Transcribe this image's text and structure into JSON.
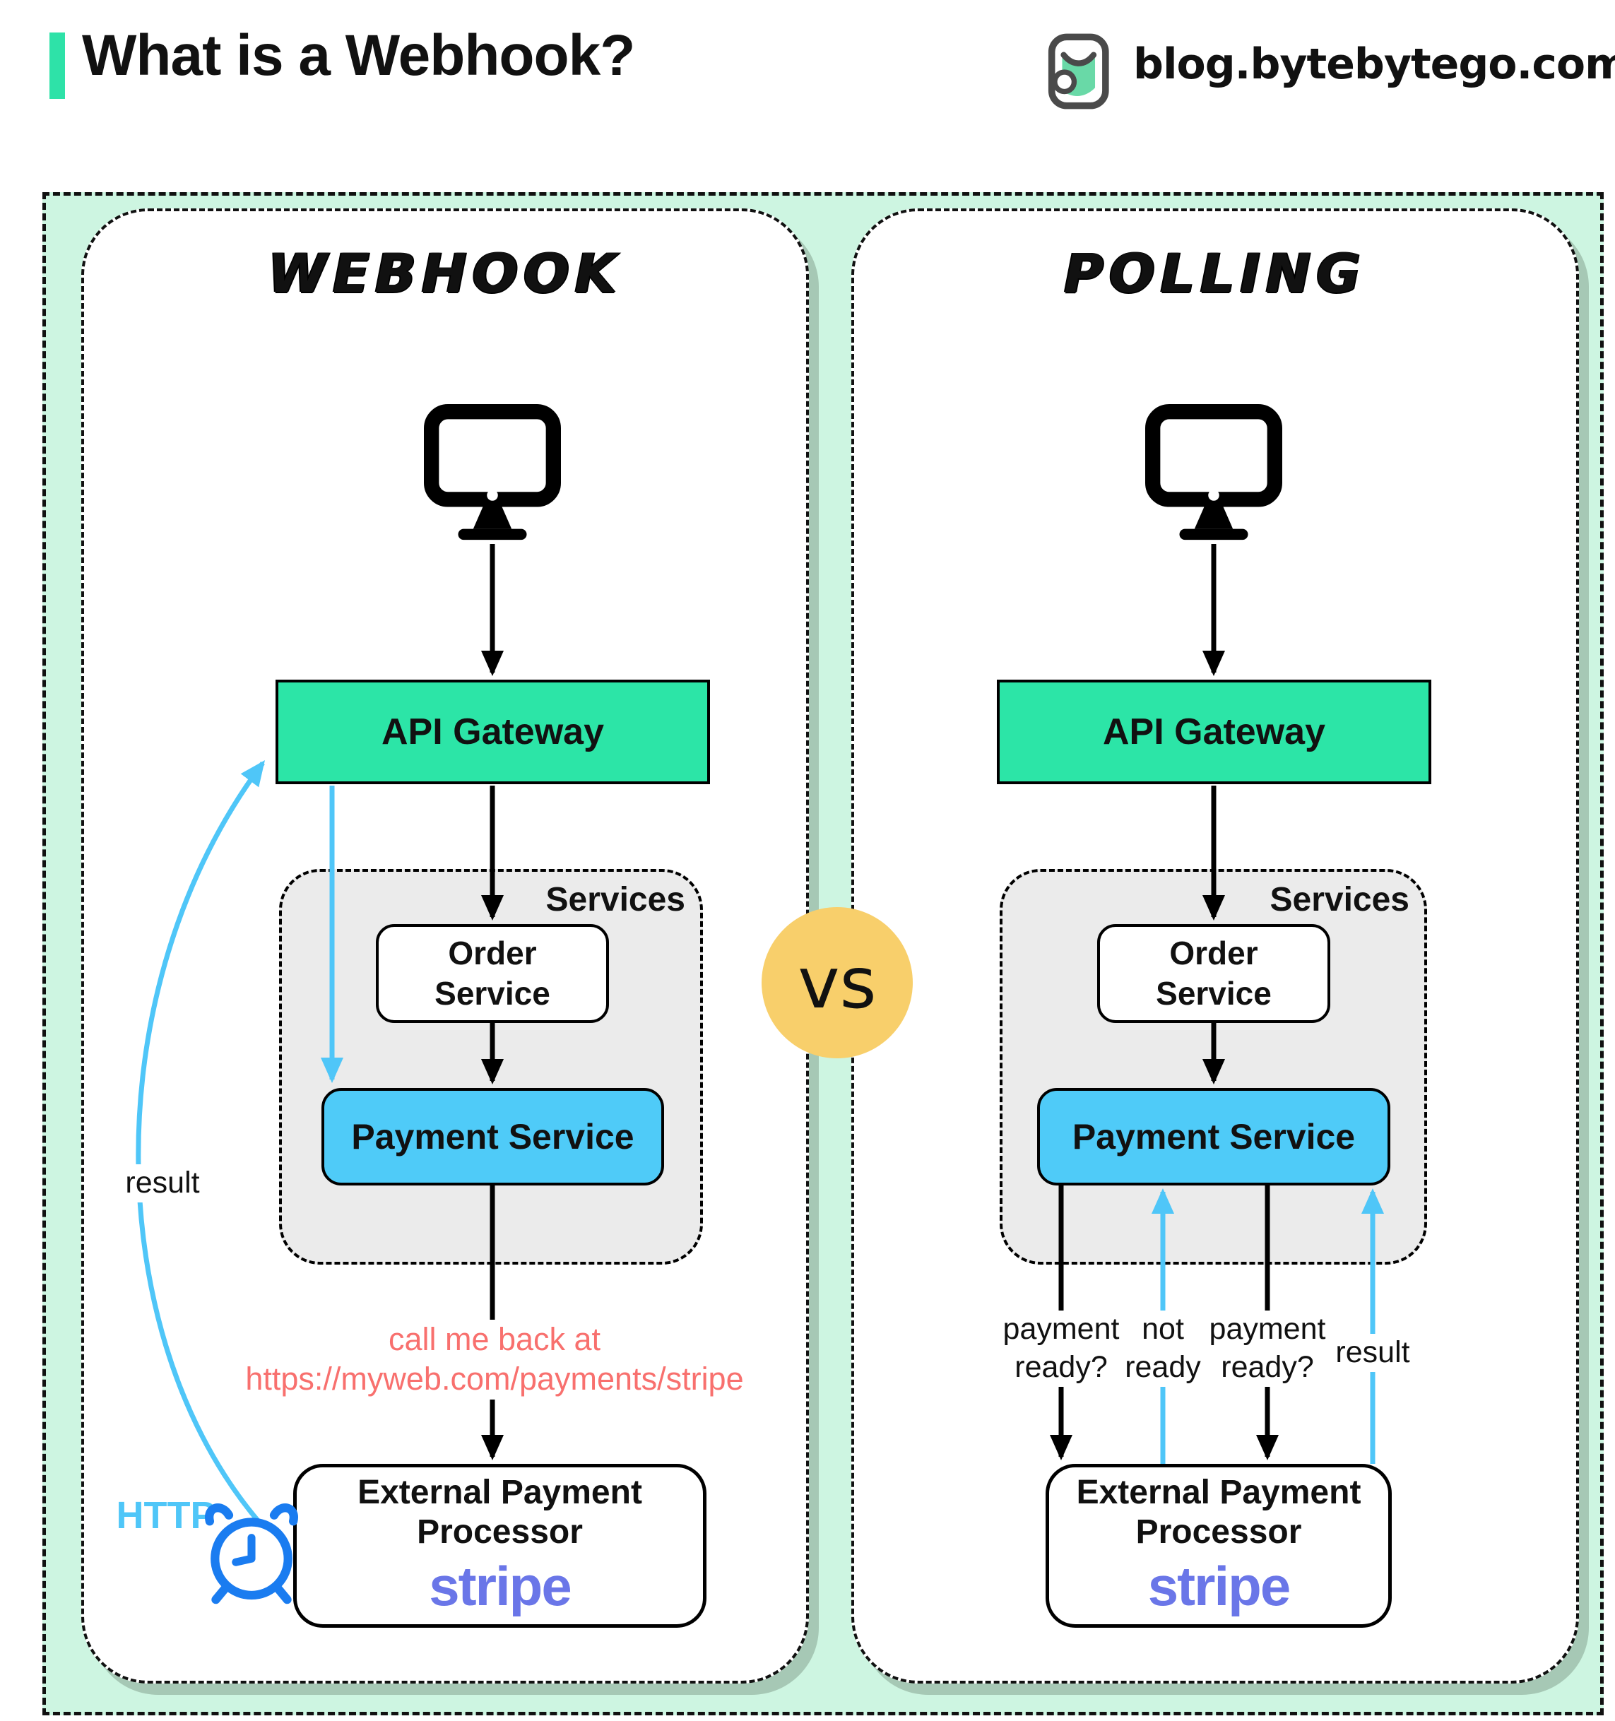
{
  "header": {
    "title": "What is a Webhook?",
    "site": "blog.bytebytego.com"
  },
  "comparison": {
    "vs_label": "vs"
  },
  "colors": {
    "accent_teal": "#2ee2a8",
    "mint_background": "#cdf5e1",
    "gateway_green": "#2ce5a7",
    "payment_blue": "#4fcbf8",
    "arrow_blue": "#4fc6f8",
    "clock_blue": "#1a7cf0",
    "stripe_purple": "#6a76e8",
    "callback_coral": "#f8706e",
    "vs_yellow": "#f8cf6b",
    "services_gray": "#ebebeb"
  },
  "webhook_panel": {
    "title": "WEBHOOK",
    "client_icon": "computer-monitor",
    "api_gateway_label": "API Gateway",
    "services_group_label": "Services",
    "order_service_label": "Order Service",
    "payment_service_label": "Payment Service",
    "callback_note": {
      "line1": "call me back at",
      "line2": "https://myweb.com/payments/stripe"
    },
    "external_processor_label": "External Payment Processor",
    "stripe_logo_text": "stripe",
    "result_arrow_label": "result",
    "http_arrow_label": "HTTP"
  },
  "polling_panel": {
    "title": "POLLING",
    "client_icon": "computer-monitor",
    "api_gateway_label": "API Gateway",
    "services_group_label": "Services",
    "order_service_label": "Order Service",
    "payment_service_label": "Payment Service",
    "external_processor_label": "External Payment Processor",
    "stripe_logo_text": "stripe",
    "arrow_labels": {
      "first_request": "payment ready?",
      "first_response": "not ready",
      "second_request": "payment ready?",
      "second_response": "result"
    }
  }
}
